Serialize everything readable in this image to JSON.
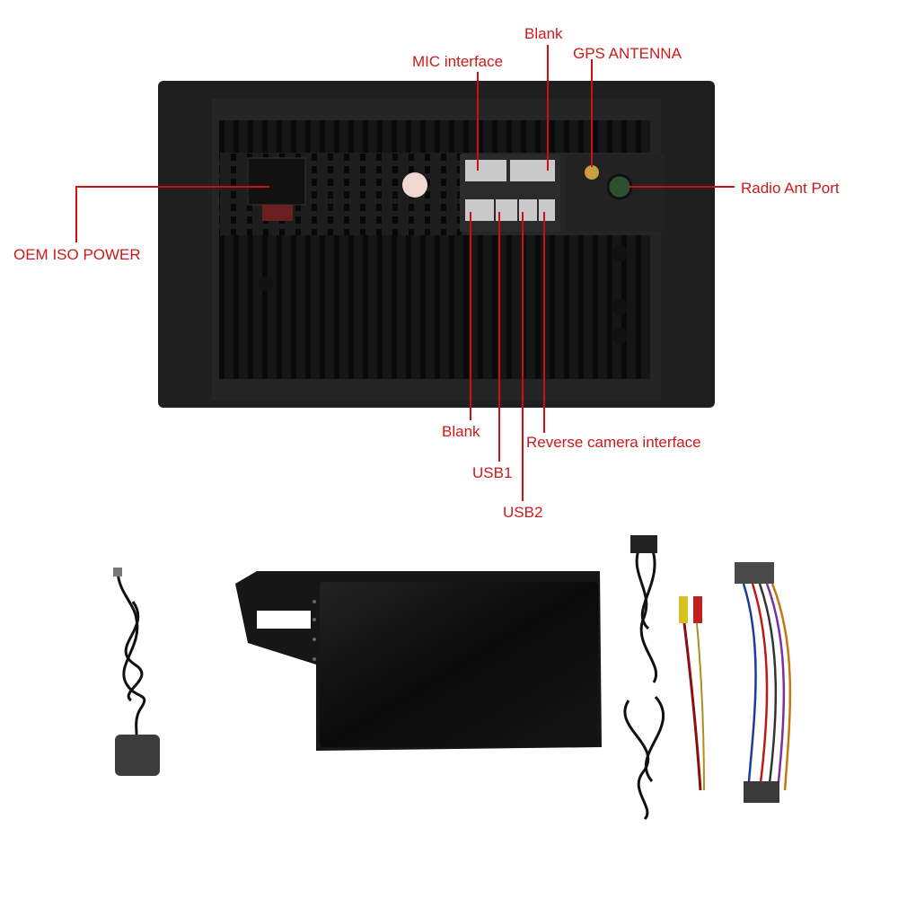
{
  "labels": {
    "mic": "MIC interface",
    "blank_top": "Blank",
    "gps": "GPS ANTENNA",
    "radio": "Radio Ant Port",
    "oem": "OEM ISO POWER",
    "blank_bottom": "Blank",
    "reverse": "Reverse camera interface",
    "usb1": "USB1",
    "usb2": "USB2"
  },
  "colors": {
    "label": "#cc1a1a",
    "leader_line": "#d01010",
    "unit_body": "#1c1c1c",
    "screen": "#0b0b0b"
  },
  "icons": [
    "gps-antenna-icon",
    "radio-antenna-port-icon",
    "usb-cable-icon",
    "rca-cable-icon",
    "wiring-harness-icon"
  ]
}
